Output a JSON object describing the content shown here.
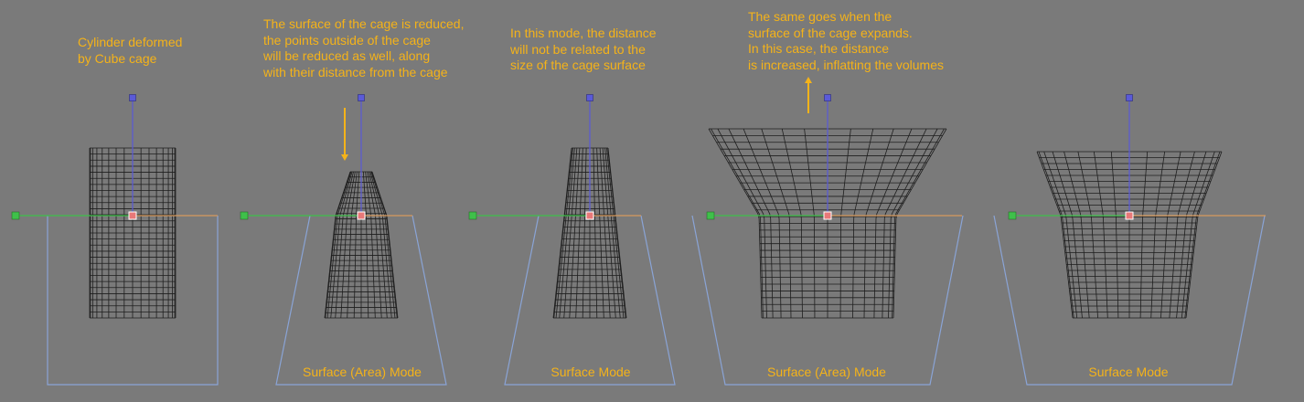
{
  "panels": [
    {
      "annotation": "Cylinder deformed\nby Cube cage",
      "mode_label": ""
    },
    {
      "annotation": "The surface of the cage is reduced,\nthe points outside of the cage\nwill be reduced as well, along\nwith their distance from the cage",
      "mode_label": "Surface (Area) Mode"
    },
    {
      "annotation": "In this mode, the distance\nwill not be related to the\nsize of the cage surface",
      "mode_label": "Surface Mode"
    },
    {
      "annotation": "The same goes when the\nsurface of the cage expands.\nIn this case, the distance\nis increased, inflatting the volumes",
      "mode_label": "Surface (Area) Mode"
    },
    {
      "annotation": "",
      "mode_label": "Surface Mode"
    }
  ],
  "colors": {
    "background": "#7a7a7a",
    "text": "#f5b319",
    "arrow": "#f5b319",
    "mesh": "#1e1e1e",
    "cage": "#8aa4d6",
    "axis_x": "#d89a5e",
    "axis_z": "#3fc04a",
    "axis_y": "#5a5ad8",
    "origin": "#e87878"
  }
}
